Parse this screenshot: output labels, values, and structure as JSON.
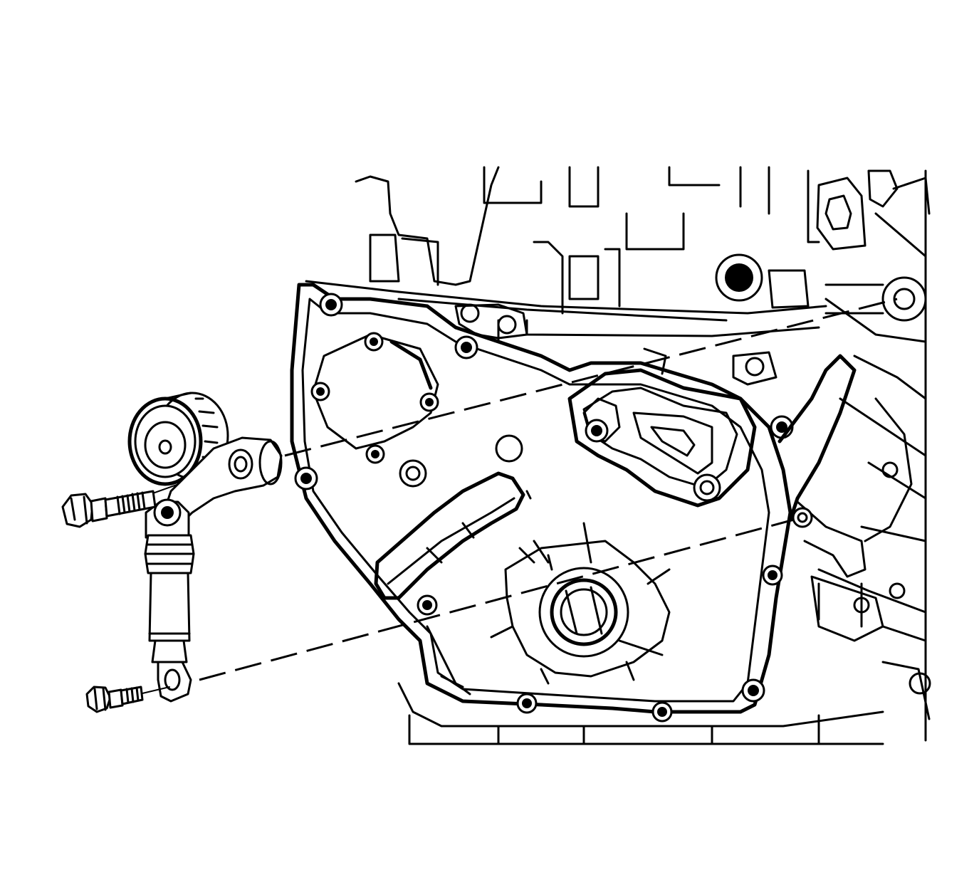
{
  "figure": {
    "kind": "exploded-view-line-drawing",
    "colors": {
      "line": "#000000",
      "background": "#ffffff"
    },
    "components": [
      {
        "name": "engine-front-cover",
        "icon": "engine-block-icon"
      },
      {
        "name": "drive-belt-tensioner",
        "icon": "tensioner-pulley-icon"
      },
      {
        "name": "upper-tensioner-bolt",
        "icon": "bolt-icon"
      },
      {
        "name": "lower-tensioner-bolt",
        "icon": "bolt-icon"
      }
    ],
    "alignment_lines": 3
  }
}
